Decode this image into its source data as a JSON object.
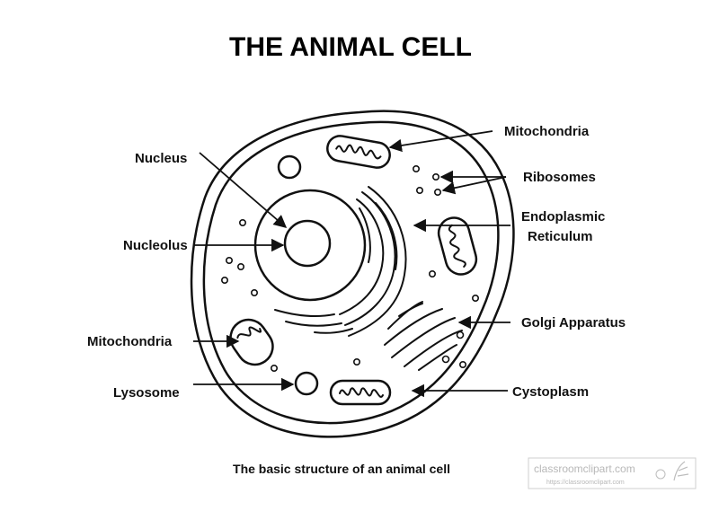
{
  "title": "THE ANIMAL CELL",
  "caption": "The basic structure of an animal cell",
  "watermark": {
    "line1": "classroomclipart.com",
    "line2": "https://classroomclipart.com"
  },
  "labels": {
    "mitochondria_top": "Mitochondria",
    "ribosomes": "Ribosomes",
    "endoplasmic_1": "Endoplasmic",
    "endoplasmic_2": "Reticulum",
    "golgi": "Golgi Apparatus",
    "cytoplasm": "Cystoplasm",
    "nucleus": "Nucleus",
    "nucleolus": "Nucleolus",
    "mitochondria_left": "Mitochondria",
    "lysosome": "Lysosome"
  }
}
